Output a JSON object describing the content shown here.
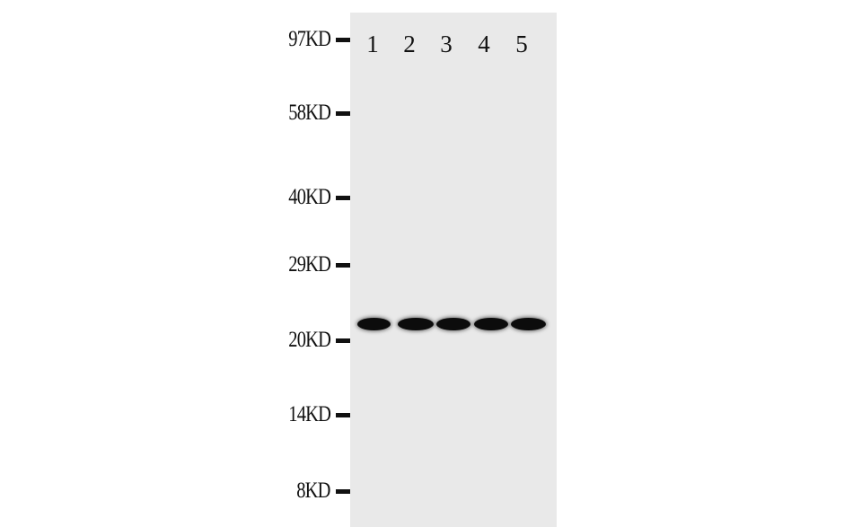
{
  "figure": {
    "markers": [
      {
        "label": "97KD",
        "kd": 97
      },
      {
        "label": "58KD",
        "kd": 58
      },
      {
        "label": "40KD",
        "kd": 40
      },
      {
        "label": "29KD",
        "kd": 29
      },
      {
        "label": "20KD",
        "kd": 20
      },
      {
        "label": "14KD",
        "kd": 14
      },
      {
        "label": "8KD",
        "kd": 8
      }
    ],
    "lanes": [
      {
        "label": "1"
      },
      {
        "label": "2"
      },
      {
        "label": "3"
      },
      {
        "label": "4"
      },
      {
        "label": "5"
      }
    ],
    "band_estimated_kd": 22,
    "colors": {
      "membrane": "#e9e9e9",
      "band": "#0c0c0c",
      "text": "#111111"
    }
  }
}
